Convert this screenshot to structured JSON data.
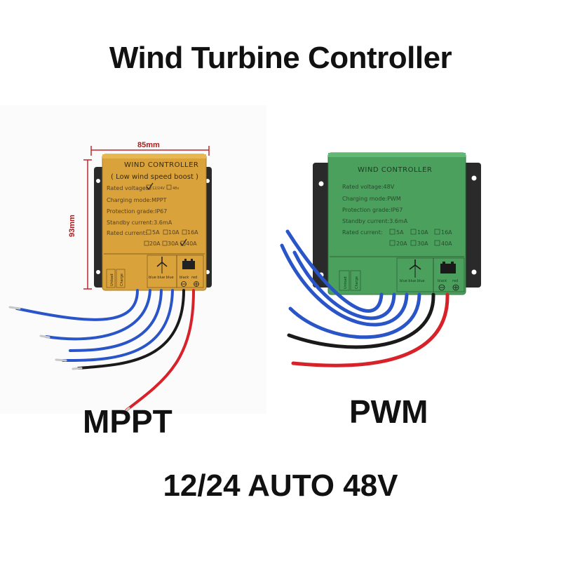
{
  "headline": "Wind Turbine Controller",
  "bottom_caption": "12/24 AUTO 48V",
  "left": {
    "mode": "MPPT",
    "dim_width": "85mm",
    "dim_height": "93mm",
    "panel_title": "WIND CONTROLLER",
    "panel_subtitle": "( Low wind speed boost )",
    "rated_voltage": "Rated voltage:",
    "rated_voltage_opt1": "12/24V",
    "rated_voltage_opt2": "48v",
    "charging_mode": "Charging mode:MPPT",
    "protection": "Protection grade:IP67",
    "standby": "Standby current:3.6mA",
    "rated_current": "Rated current:",
    "currents_row1": [
      "5A",
      "10A",
      "16A"
    ],
    "currents_row2": [
      "20A",
      "30A",
      "40A"
    ],
    "terminal_unload": "Unload",
    "terminal_charge": "Charge",
    "terminal_blue": "blue blue blue",
    "terminal_black": "black",
    "terminal_red": "red",
    "body_color": "#d9a23a"
  },
  "right": {
    "mode": "PWM",
    "panel_title": "WIND CONTROLLER",
    "rated_voltage": "Rated voltage:48V",
    "charging_mode": "Charging mode:PWM",
    "protection": "Protection grade:IP67",
    "standby": "Standby current:3.6mA",
    "rated_current": "Rated current:",
    "currents_row1": [
      "5A",
      "10A",
      "16A"
    ],
    "currents_row2": [
      "20A",
      "30A",
      "40A"
    ],
    "terminal_unload": "Unload",
    "terminal_charge": "Charge",
    "terminal_blue": "blue blue blue",
    "terminal_black": "black",
    "terminal_red": "red",
    "body_color": "#4aa05c"
  },
  "colors": {
    "dimension_line": "#c0282d",
    "wire_blue": "#2a55c8",
    "wire_black": "#1a1a1a",
    "wire_red": "#d8222a",
    "bracket": "#2a2a2a"
  }
}
